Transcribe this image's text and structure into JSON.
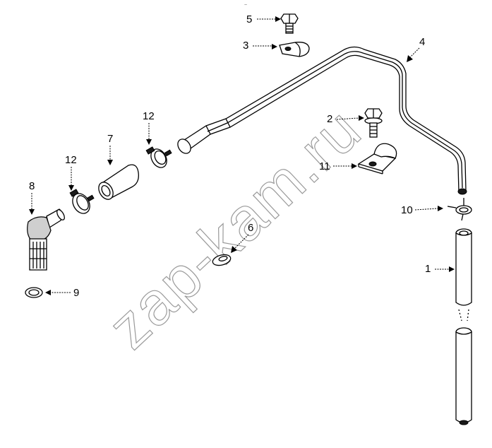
{
  "header_mark": "~",
  "watermark": "zap-kam.ru",
  "callouts": [
    {
      "label": "5"
    },
    {
      "label": "3"
    },
    {
      "label": "4"
    },
    {
      "label": "2"
    },
    {
      "label": "11"
    },
    {
      "label": "12"
    },
    {
      "label": "7"
    },
    {
      "label": "12"
    },
    {
      "label": "8"
    },
    {
      "label": "10"
    },
    {
      "label": "6"
    },
    {
      "label": "1"
    },
    {
      "label": "9"
    }
  ]
}
